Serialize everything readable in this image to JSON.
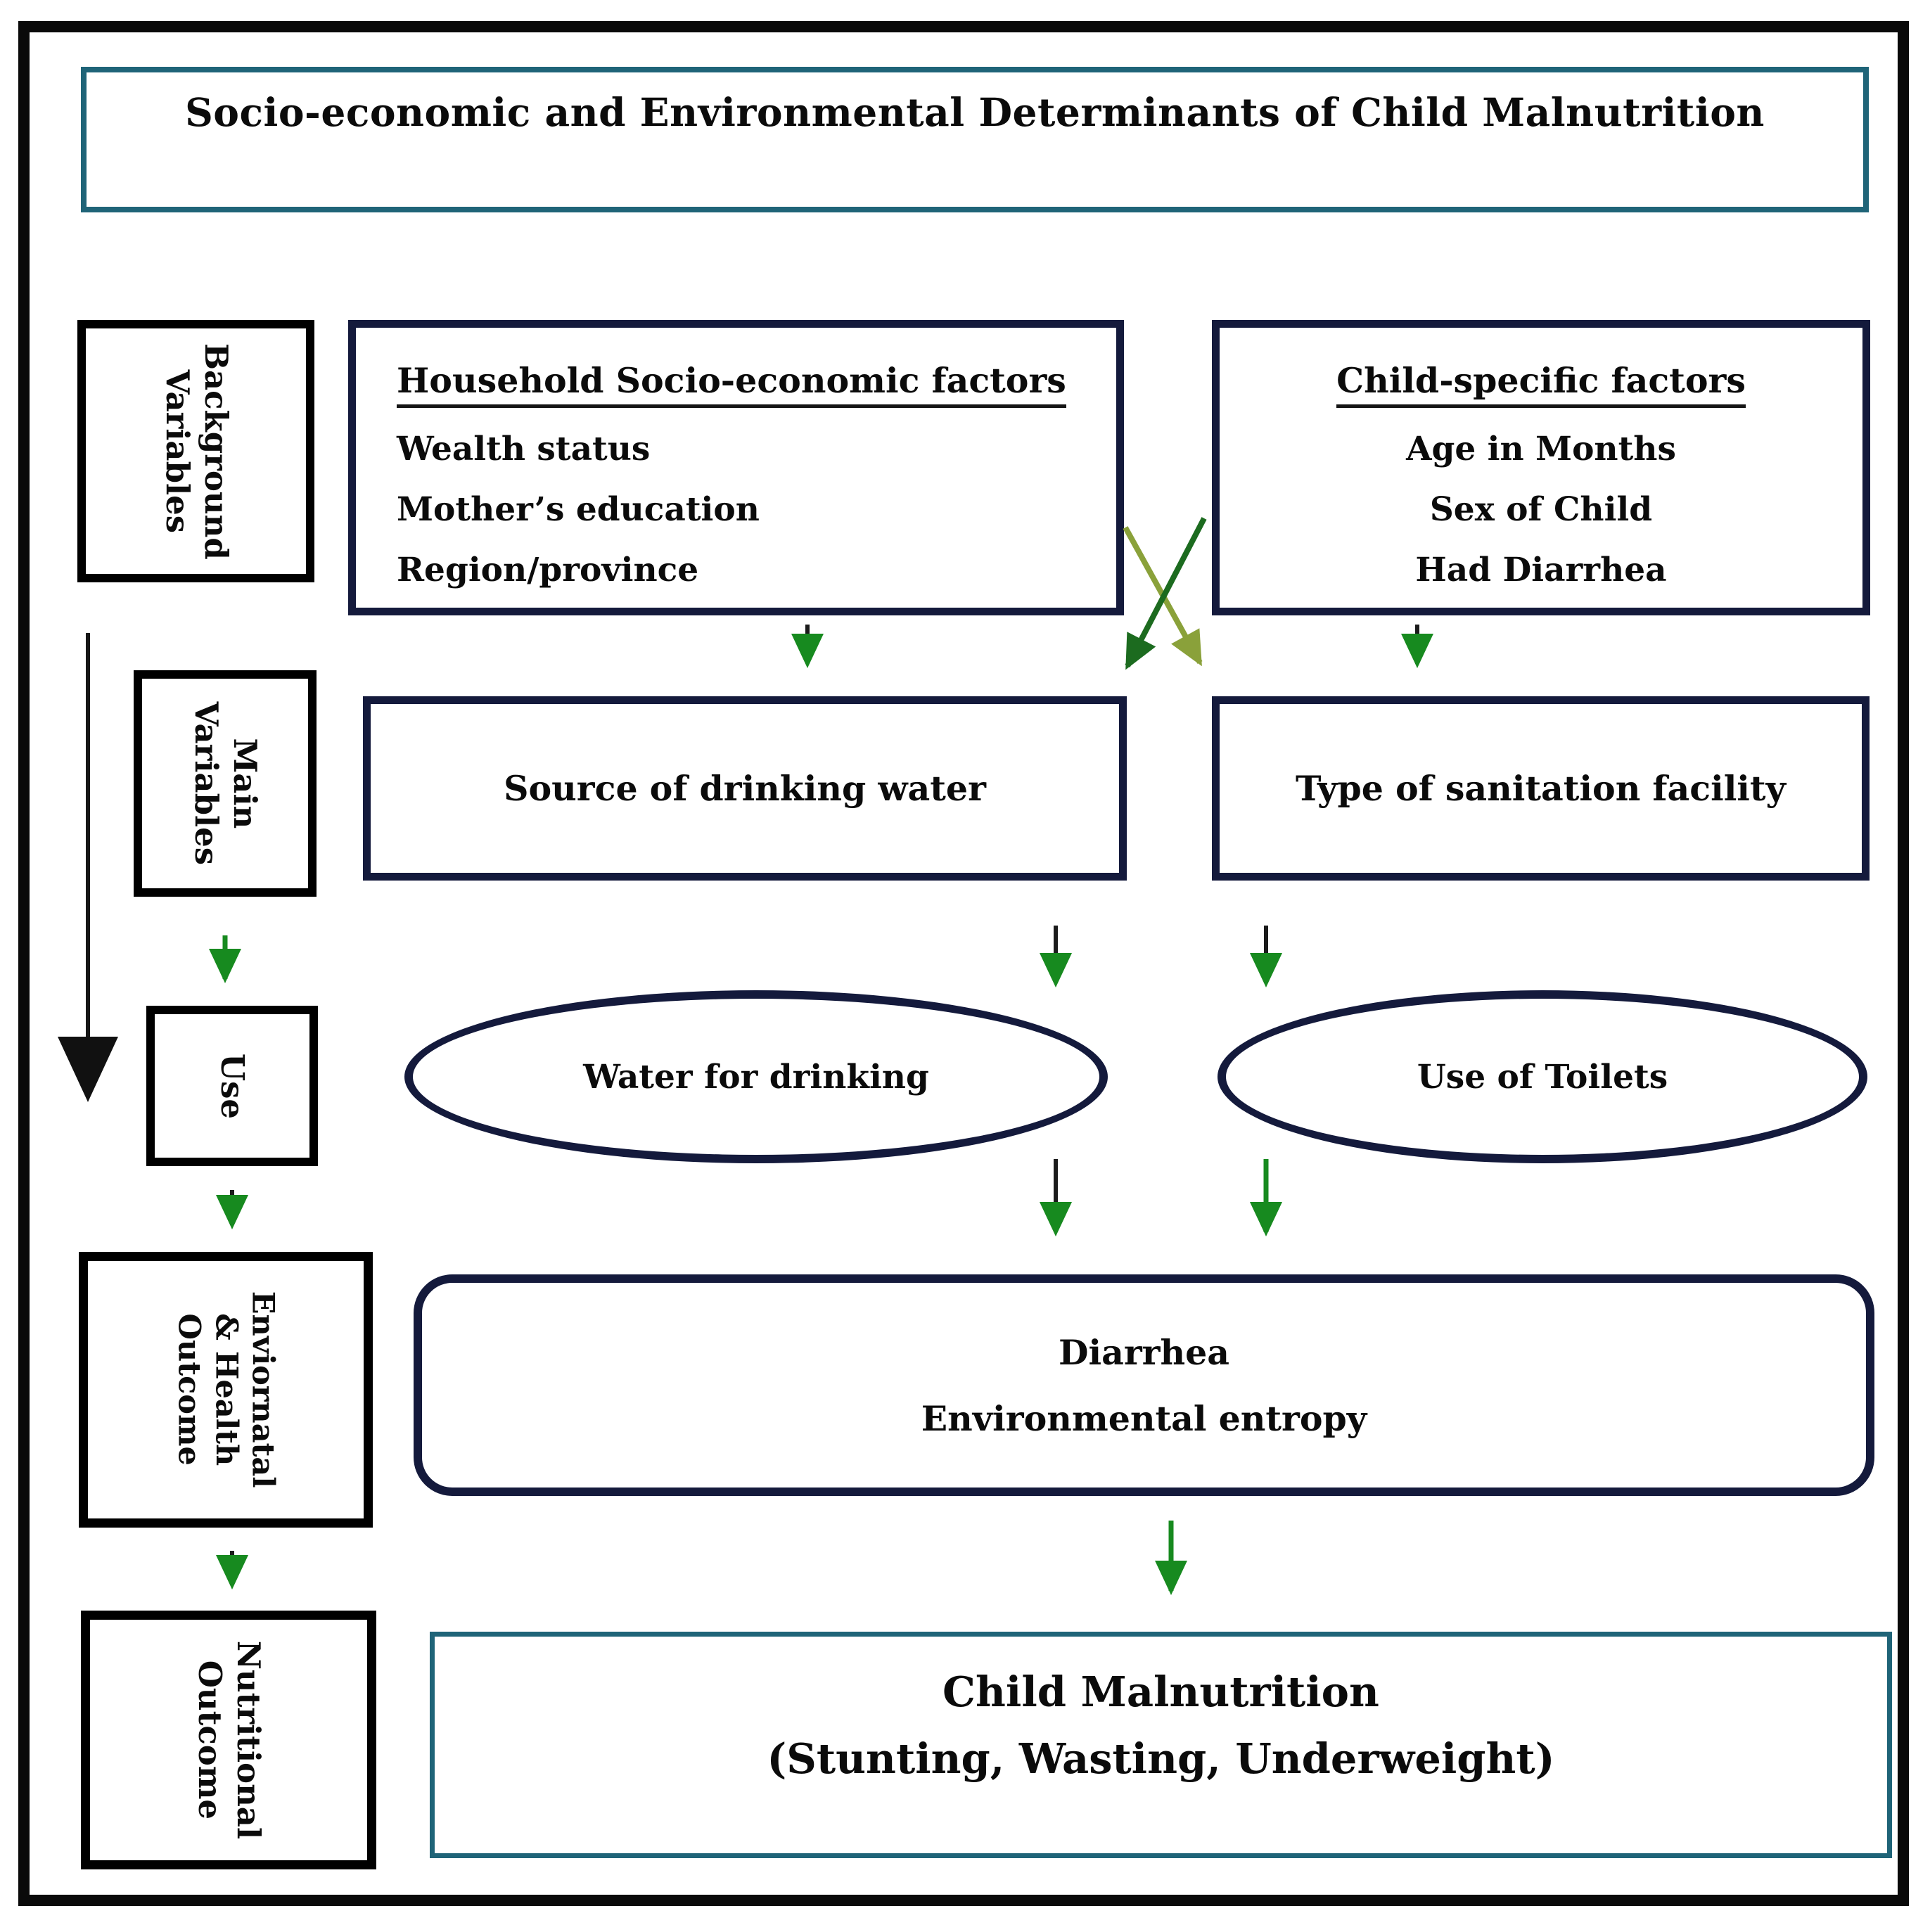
{
  "title": "Socio-economic and Environmental Determinants of Child Malnutrition",
  "sidebar": {
    "background": [
      "Background",
      "Variables"
    ],
    "main": [
      "Main",
      "Variables"
    ],
    "use": [
      "Use"
    ],
    "environment": [
      "Enviornatal",
      "& Health",
      "Outcome"
    ],
    "nutrition": [
      "Nutritional",
      "Outcome"
    ]
  },
  "boxes": {
    "household": {
      "heading": "Household Socio-economic factors",
      "items": [
        "Wealth status",
        "Mother’s education",
        "Region/province"
      ]
    },
    "child": {
      "heading": "Child-specific factors",
      "items": [
        "Age in Months",
        "Sex of Child",
        "Had Diarrhea"
      ]
    },
    "water_source": "Source of drinking water",
    "sanitation": "Type of sanitation facility",
    "water_use": "Water for drinking",
    "toilet_use": "Use of Toilets",
    "health_outcome": [
      "Diarrhea",
      "Environmental entropy"
    ],
    "malnutrition": [
      "Child Malnutrition",
      "(Stunting, Wasting, Underweight)"
    ]
  },
  "colors": {
    "navy": "#141a3c",
    "teal": "#1f6478",
    "green": "#178a1f",
    "dark_green": "#1c6b1f",
    "olive": "#8aa13a",
    "black": "#111111"
  }
}
